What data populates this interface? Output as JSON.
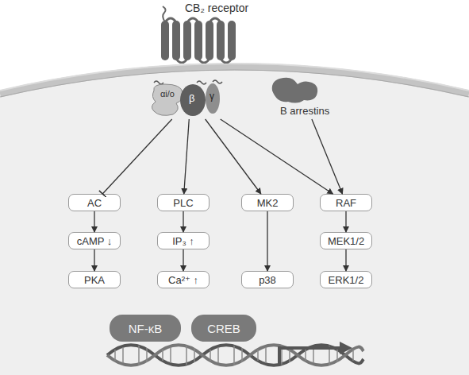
{
  "diagram": {
    "nodes": [
      {
        "text": [
          "CB₂ receptor"
        ]
      },
      {
        "text": [
          "αi/o",
          "β",
          "γ"
        ]
      },
      {
        "text": [
          "B arrestins"
        ]
      },
      {
        "text": [
          "AC"
        ]
      },
      {
        "text": [
          "PLC"
        ]
      },
      {
        "text": [
          "MK2"
        ]
      },
      {
        "text": [
          "RAF"
        ]
      },
      {
        "text": [
          "cAMP ↓"
        ]
      },
      {
        "text": [
          "IP₃ ↑"
        ]
      },
      {
        "text": [
          "MEK1/2"
        ]
      },
      {
        "text": [
          "PKA"
        ]
      },
      {
        "text": [
          "Ca²⁺ ↑"
        ]
      },
      {
        "text": [
          "p38"
        ]
      },
      {
        "text": [
          "ERK1/2"
        ]
      },
      {
        "text": [
          "NF-κB"
        ]
      },
      {
        "text": [
          "CREB"
        ]
      }
    ],
    "edges": [
      {
        "from": 1,
        "to": 3,
        "arrow": "to"
      },
      {
        "from": 1,
        "to": 4,
        "arrow": "to"
      },
      {
        "from": 1,
        "to": 5,
        "arrow": "to"
      },
      {
        "from": 1,
        "to": 6,
        "arrow": "to"
      },
      {
        "from": 2,
        "to": 6,
        "arrow": "to"
      },
      {
        "from": 3,
        "to": 7,
        "arrow": "to"
      },
      {
        "from": 7,
        "to": 10,
        "arrow": "to"
      },
      {
        "from": 4,
        "to": 8,
        "arrow": "to"
      },
      {
        "from": 8,
        "to": 11,
        "arrow": "to"
      },
      {
        "from": 5,
        "to": 12,
        "arrow": "to"
      },
      {
        "from": 6,
        "to": 9,
        "arrow": "to"
      },
      {
        "from": 9,
        "to": 13,
        "arrow": "to"
      }
    ]
  }
}
